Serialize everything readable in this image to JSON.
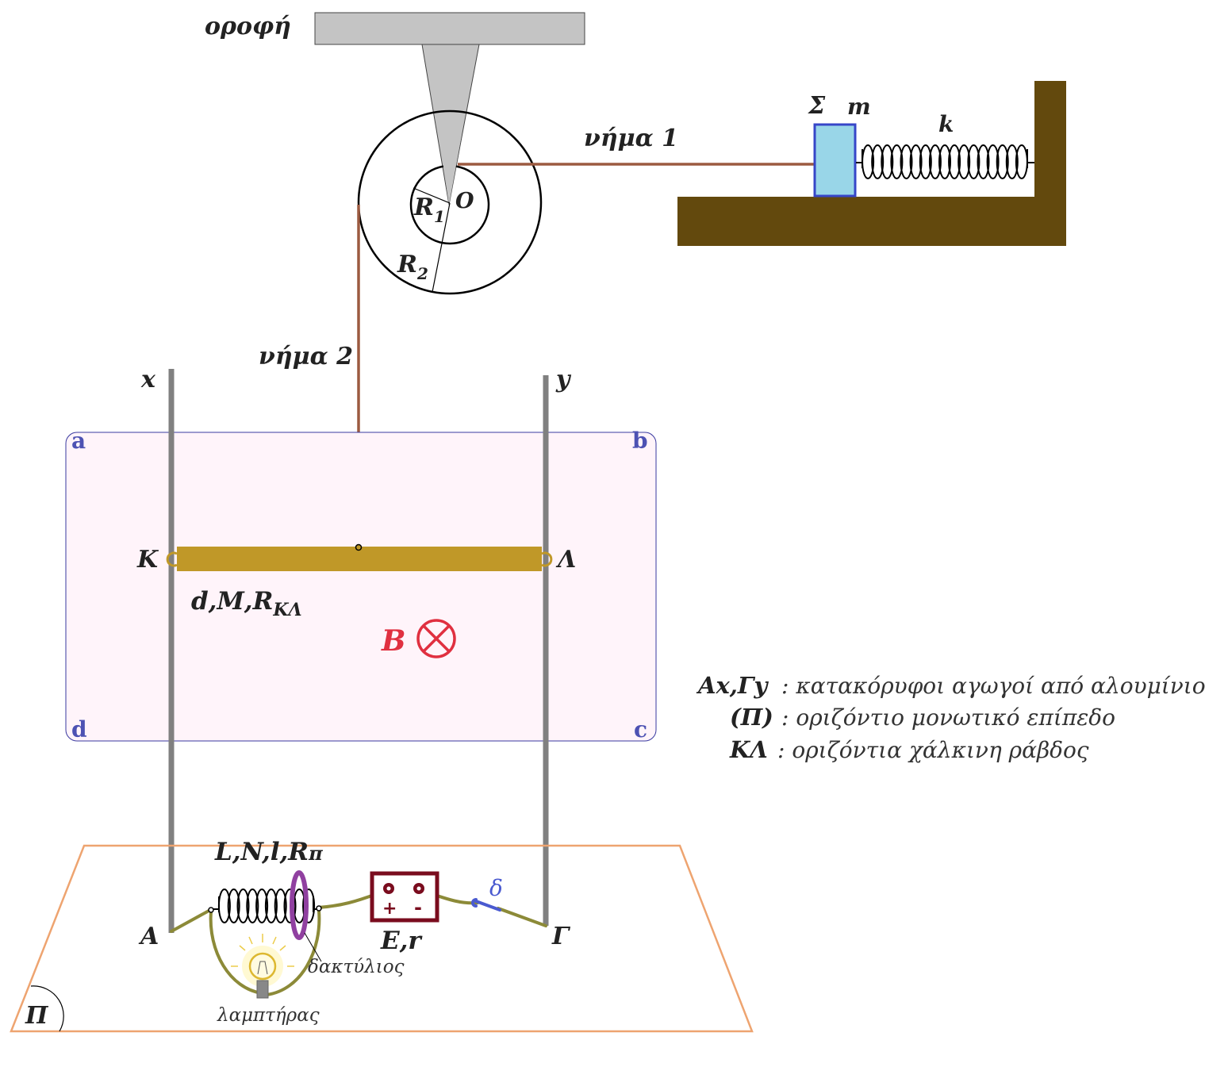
{
  "labels": {
    "ceiling": "οροφή",
    "thread1": "νήμα 1",
    "thread2": "νήμα 2",
    "center": "O",
    "r1_main": "R",
    "r1_sub": "1",
    "r2_main": "R",
    "r2_sub": "2",
    "block": "Σ",
    "mass": "m",
    "spring": "k",
    "rail_x": "x",
    "rail_y": "y",
    "corner_a": "a",
    "corner_b": "b",
    "corner_c": "c",
    "corner_d": "d",
    "point_k": "Κ",
    "point_l": "Λ",
    "rod_params_main": "d,M,R",
    "rod_params_sub": "ΚΛ",
    "field": "B",
    "coil_params_main": "L,N,l,R",
    "coil_params_sub": "π",
    "battery_plus": "+",
    "battery_minus": "-",
    "battery_params": "E,r",
    "switch": "δ",
    "point_a": "Α",
    "point_g": "Γ",
    "ring": "δακτύλιος",
    "lamp": "λαμπτήρας",
    "plane": "Π"
  },
  "legend": [
    {
      "key": "Αx,Γy",
      "desc": ": κατακόρυφοι αγωγοί από αλουμίνιο"
    },
    {
      "key": "(Π)",
      "desc": ": οριζόντιο μονωτικό επίπεδο"
    },
    {
      "key": "ΚΛ",
      "desc": ": οριζόντια χάλκινη ράβδος"
    }
  ],
  "colors": {
    "thread": "#9c5a40",
    "ground": "#63490d",
    "block": "#99d6e8",
    "block_border": "#3646c8",
    "rod": "#c09828",
    "field_region": "#fff4fa",
    "field_border": "#3a3aa0",
    "field_symbol": "#e03040",
    "plane_border": "#eea470",
    "wire": "#8c8a38",
    "battery": "#7a0c1e",
    "ring": "#9040a0",
    "switch": "#4a5ad0"
  },
  "icons": [
    "into-page-field-icon",
    "lamp-icon",
    "battery-icon",
    "switch-icon",
    "spring-icon",
    "coil-icon"
  ]
}
